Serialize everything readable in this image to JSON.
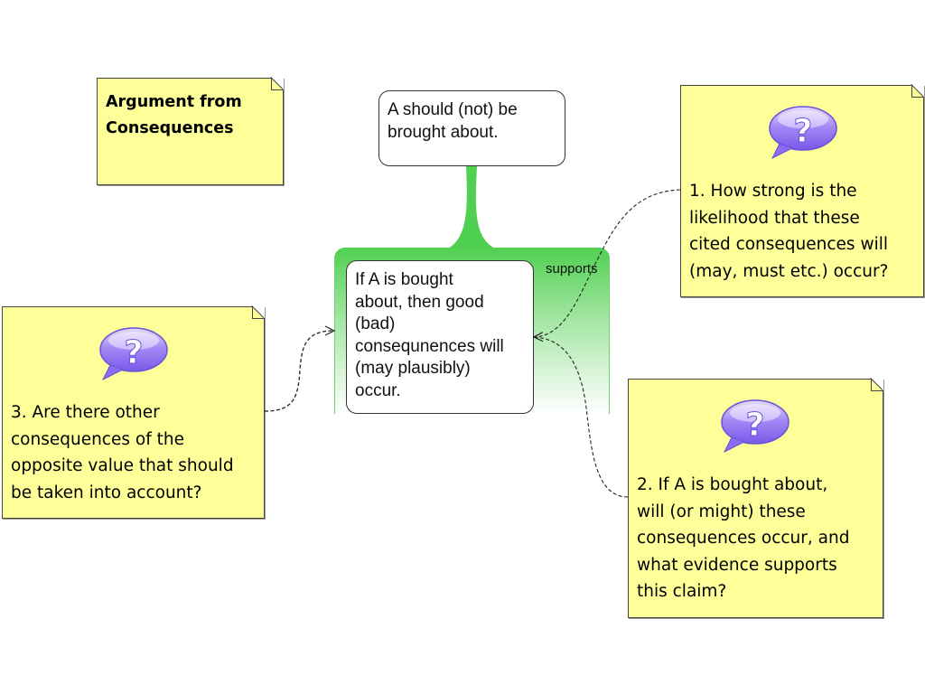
{
  "diagram": {
    "title_note": {
      "text": "Argument from\nConsequences"
    },
    "conclusion": {
      "text": "A should (not) be\nbrought about."
    },
    "premise": {
      "text": "If A is bought\nabout, then good\n(bad)\nconsequnences will\n(may plausibly)\noccur."
    },
    "link_label": "supports",
    "critical_questions": [
      {
        "icon": "question-speech-bubble-icon",
        "text": "1. How strong is the\nlikelihood that these\ncited consequences will\n(may, must etc.) occur?"
      },
      {
        "icon": "question-speech-bubble-icon",
        "text": "2. If A is bought about,\nwill (or might) these\nconsequences occur, and\nwhat evidence supports\nthis claim?"
      },
      {
        "icon": "question-speech-bubble-icon",
        "text": "3. Are there other\nconsequences of the\nopposite value that should\nbe taken into account?"
      }
    ],
    "colors": {
      "note_fill": "#ffff99",
      "support_green": "#50d050",
      "question_icon": "#9a7cf0"
    }
  }
}
